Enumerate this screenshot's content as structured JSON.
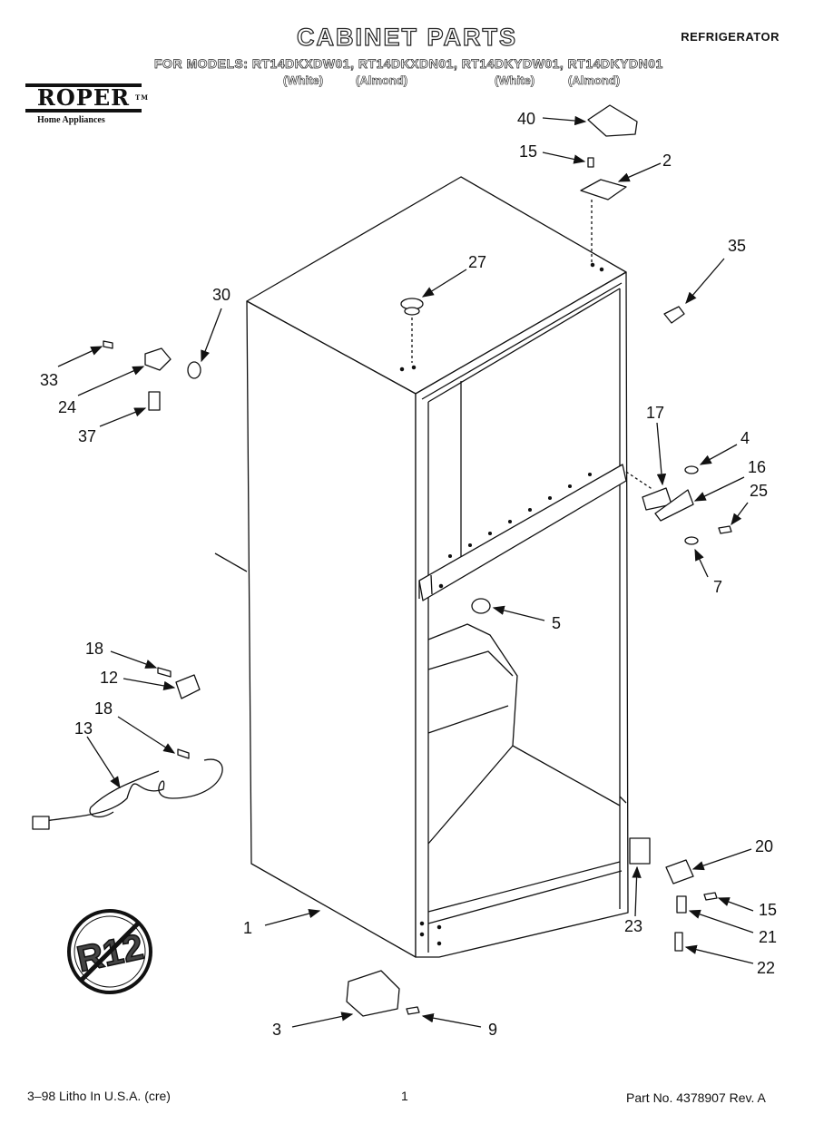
{
  "header": {
    "title": "CABINET PARTS",
    "category": "REFRIGERATOR",
    "models_line": "FOR MODELS: RT14DKXDW01, RT14DKXDN01, RT14DKYDW01, RT14DKYDN01",
    "color_labels": [
      "(White)",
      "(Almond)",
      "(White)",
      "(Almond)"
    ]
  },
  "brand": {
    "logo_text": "ROPER",
    "trademark": "TM",
    "tagline": "Home Appliances"
  },
  "callouts": [
    {
      "id": "40",
      "label": "40"
    },
    {
      "id": "15",
      "label": "15"
    },
    {
      "id": "2",
      "label": "2"
    },
    {
      "id": "35",
      "label": "35"
    },
    {
      "id": "27",
      "label": "27"
    },
    {
      "id": "30",
      "label": "30"
    },
    {
      "id": "33",
      "label": "33"
    },
    {
      "id": "24",
      "label": "24"
    },
    {
      "id": "37",
      "label": "37"
    },
    {
      "id": "17",
      "label": "17"
    },
    {
      "id": "4",
      "label": "4"
    },
    {
      "id": "16",
      "label": "16"
    },
    {
      "id": "25",
      "label": "25"
    },
    {
      "id": "7",
      "label": "7"
    },
    {
      "id": "5",
      "label": "5"
    },
    {
      "id": "18a",
      "label": "18"
    },
    {
      "id": "12",
      "label": "12"
    },
    {
      "id": "18b",
      "label": "18"
    },
    {
      "id": "13",
      "label": "13"
    },
    {
      "id": "20",
      "label": "20"
    },
    {
      "id": "15b",
      "label": "15"
    },
    {
      "id": "21",
      "label": "21"
    },
    {
      "id": "22",
      "label": "22"
    },
    {
      "id": "23",
      "label": "23"
    },
    {
      "id": "1",
      "label": "1"
    },
    {
      "id": "3",
      "label": "3"
    },
    {
      "id": "9",
      "label": "9"
    }
  ],
  "badge": {
    "text": "R12"
  },
  "footer": {
    "left": "3–98 Litho In U.S.A. (cre)",
    "page": "1",
    "part": "Part No. 4378907 Rev. A"
  },
  "colors": {
    "ink": "#111111",
    "paper": "#ffffff"
  }
}
